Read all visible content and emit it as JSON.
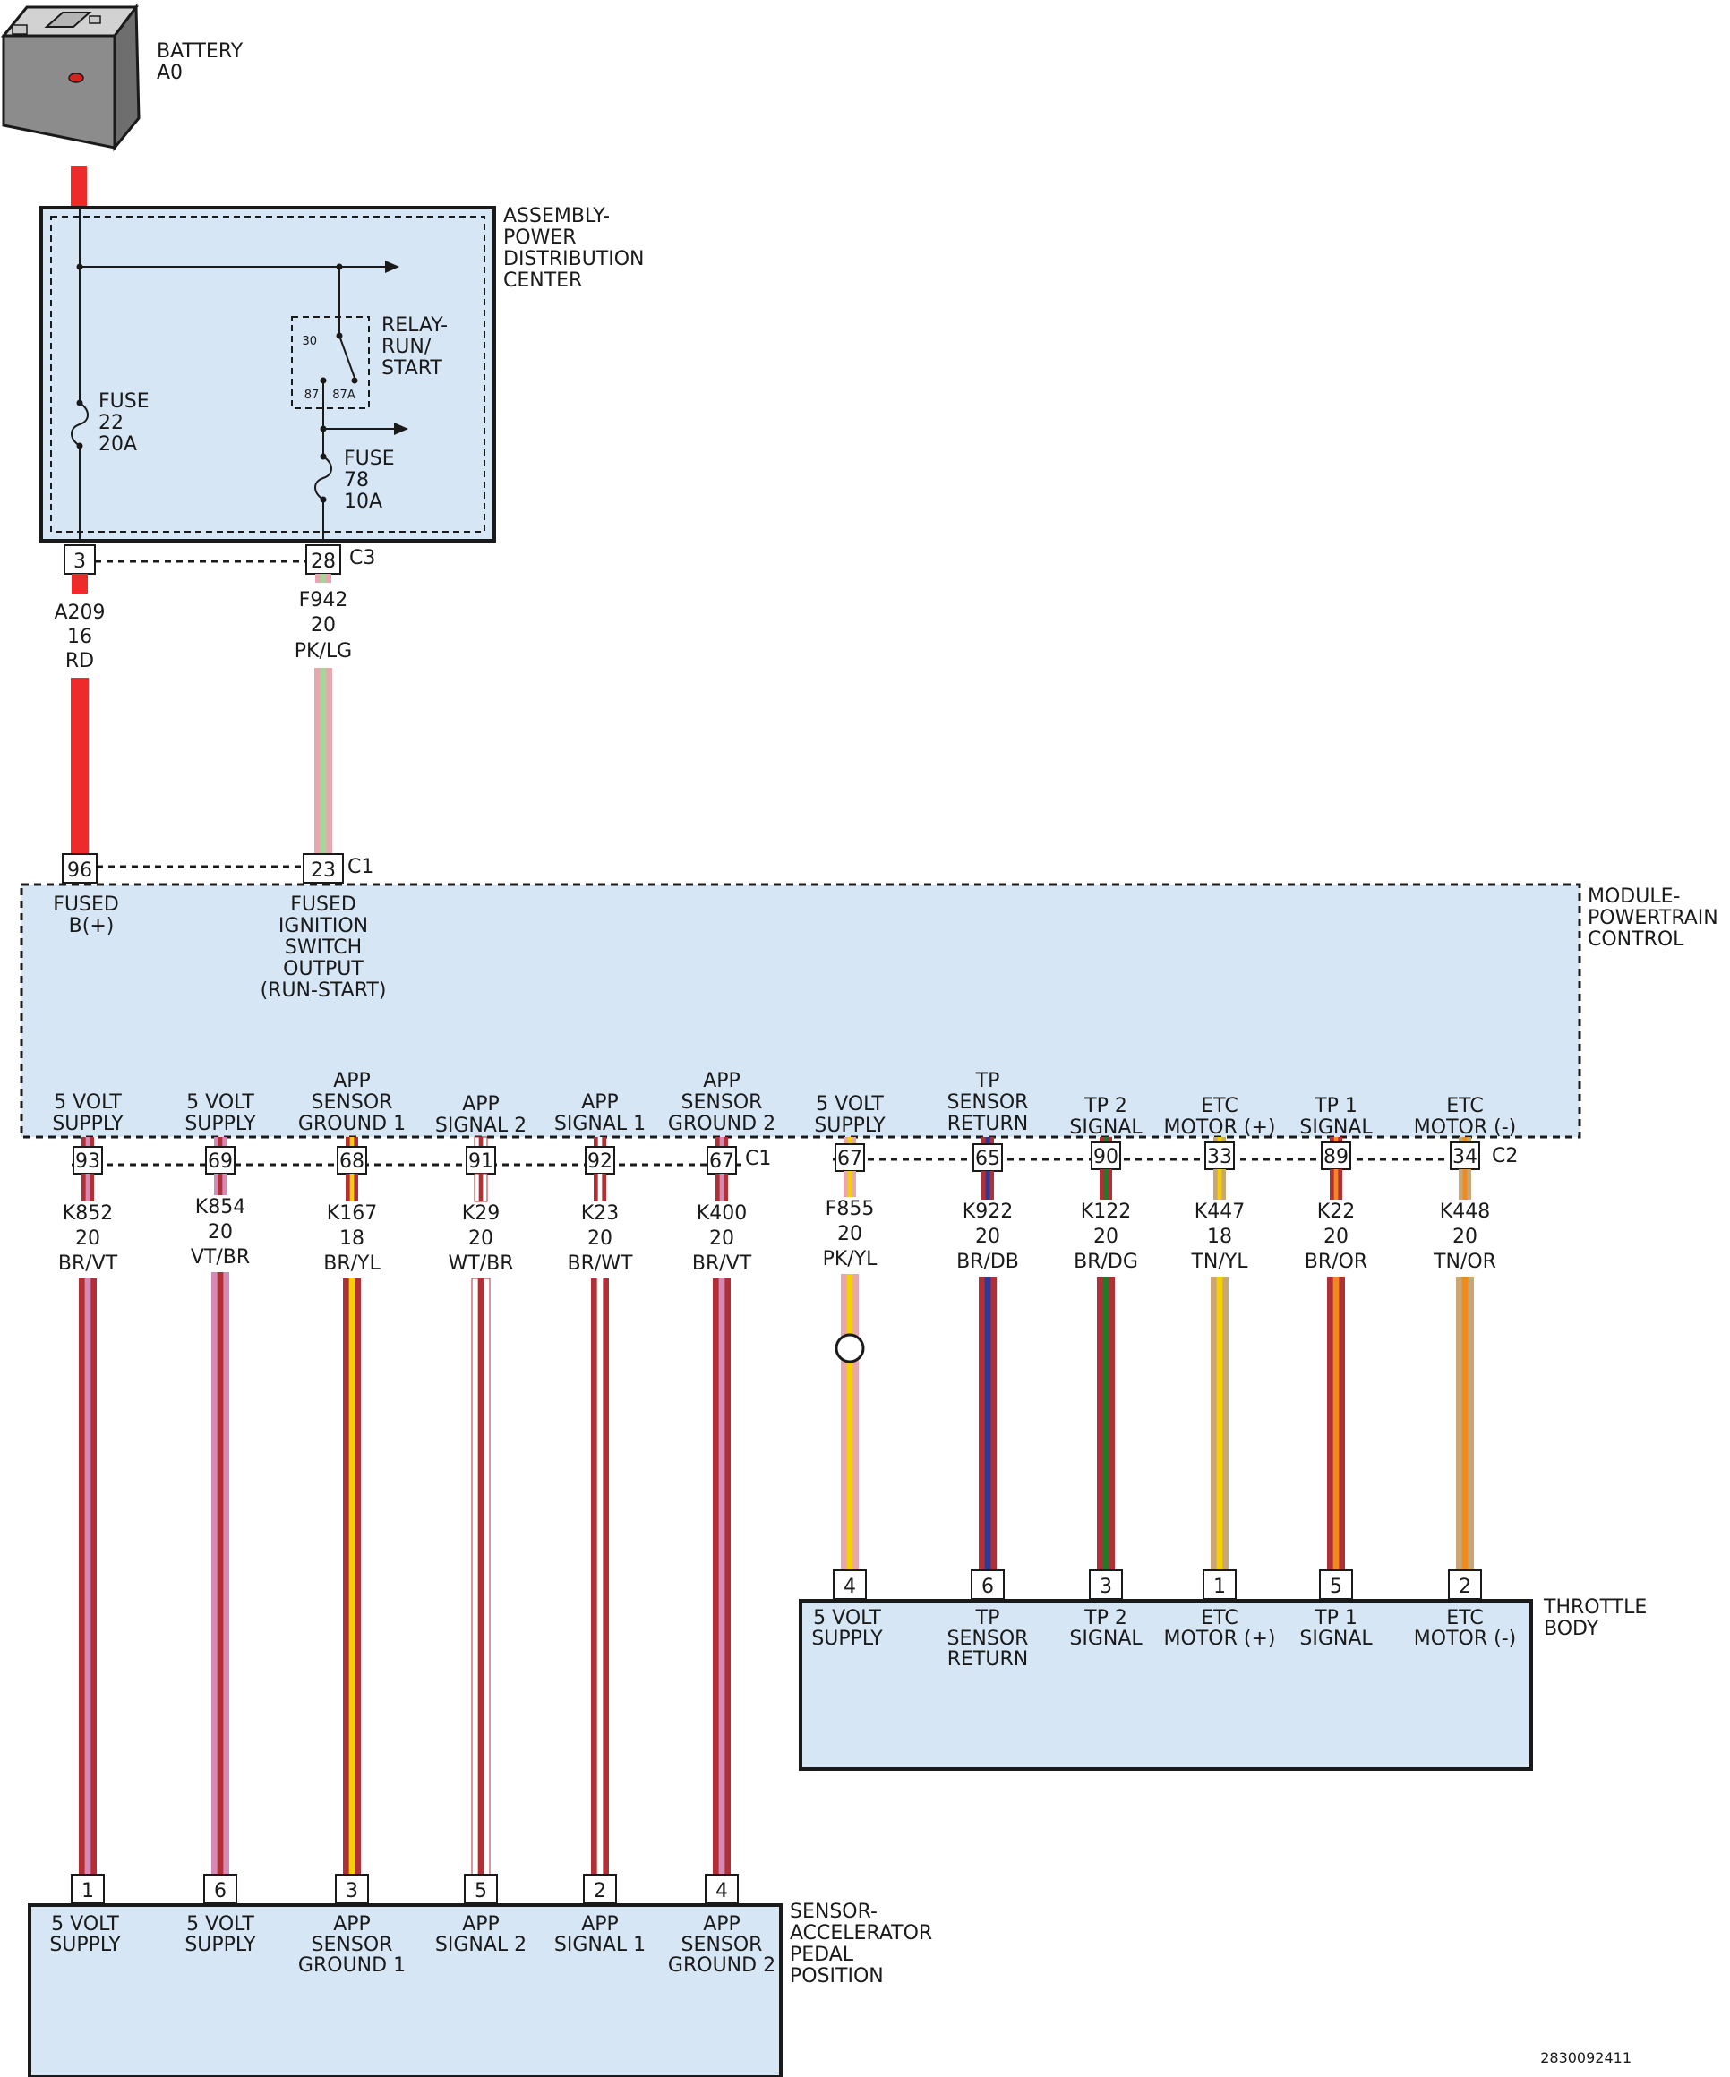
{
  "battery": {
    "name": "BATTERY",
    "id": "A0"
  },
  "pdc": {
    "name": [
      "ASSEMBLY-",
      "POWER",
      "DISTRIBUTION",
      "CENTER"
    ],
    "relay": [
      "RELAY-",
      "RUN/",
      "START"
    ],
    "relay_pins": [
      "30",
      "87",
      "87A"
    ],
    "fuse_22": [
      "FUSE",
      "22",
      "20A"
    ],
    "fuse_78": [
      "FUSE",
      "78",
      "10A"
    ],
    "pins": [
      "3",
      "28"
    ],
    "connector": "C3"
  },
  "wires_top": [
    {
      "circuit": "A209",
      "gauge": "16",
      "color": "RD",
      "colors": [
        "#ee2a2a"
      ]
    },
    {
      "circuit": "F942",
      "gauge": "20",
      "color": "PK/LG",
      "colors": [
        "#e8a6ae",
        "#a8d49a"
      ]
    }
  ],
  "pcm": {
    "name": [
      "MODULE-",
      "POWERTRAIN",
      "CONTROL"
    ],
    "top_pins": [
      "96",
      "23"
    ],
    "top_connector": "C1",
    "top_labels": [
      [
        "FUSED",
        "B(+)"
      ],
      [
        "FUSED",
        "IGNITION",
        "SWITCH",
        "OUTPUT",
        "(RUN-START)"
      ]
    ],
    "c1_connector": "C1",
    "c2_connector": "C2",
    "bottom": [
      {
        "label": [
          "5 VOLT",
          "SUPPLY"
        ],
        "pin": "93",
        "circuit": "K852",
        "gauge": "20",
        "color": "BR/VT",
        "colors": [
          "#b03036",
          "#d58ab6"
        ]
      },
      {
        "label": [
          "5 VOLT",
          "SUPPLY"
        ],
        "pin": "69",
        "circuit": "K854",
        "gauge": "20",
        "color": "VT/BR",
        "colors": [
          "#d58ab6",
          "#b03036"
        ]
      },
      {
        "label": [
          "APP",
          "SENSOR",
          "GROUND 1"
        ],
        "pin": "68",
        "circuit": "K167",
        "gauge": "18",
        "color": "BR/YL",
        "colors": [
          "#b03036",
          "#f5d000"
        ]
      },
      {
        "label": [
          "APP",
          "SIGNAL 2"
        ],
        "pin": "91",
        "circuit": "K29",
        "gauge": "20",
        "color": "WT/BR",
        "colors": [
          "#ffffff",
          "#b03036"
        ]
      },
      {
        "label": [
          "APP",
          "SIGNAL 1"
        ],
        "pin": "92",
        "circuit": "K23",
        "gauge": "20",
        "color": "BR/WT",
        "colors": [
          "#b03036",
          "#ffffff"
        ]
      },
      {
        "label": [
          "APP",
          "SENSOR",
          "GROUND 2"
        ],
        "pin": "67",
        "circuit": "K400",
        "gauge": "20",
        "color": "BR/VT",
        "colors": [
          "#b03036",
          "#d58ab6"
        ]
      },
      {
        "label": [
          "5 VOLT",
          "SUPPLY"
        ],
        "pin": "67",
        "circuit": "F855",
        "gauge": "20",
        "color": "PK/YL",
        "colors": [
          "#e8a6ae",
          "#f5d000"
        ]
      },
      {
        "label": [
          "TP",
          "SENSOR",
          "RETURN"
        ],
        "pin": "65",
        "circuit": "K922",
        "gauge": "20",
        "color": "BR/DB",
        "colors": [
          "#b03036",
          "#2a3a9a"
        ]
      },
      {
        "label": [
          "TP 2",
          "SIGNAL"
        ],
        "pin": "90",
        "circuit": "K122",
        "gauge": "20",
        "color": "BR/DG",
        "colors": [
          "#b03036",
          "#1f7a2a"
        ]
      },
      {
        "label": [
          "ETC",
          "MOTOR (+)"
        ],
        "pin": "33",
        "circuit": "K447",
        "gauge": "18",
        "color": "TN/YL",
        "colors": [
          "#c8a676",
          "#f5d000"
        ]
      },
      {
        "label": [
          "TP 1",
          "SIGNAL"
        ],
        "pin": "89",
        "circuit": "K22",
        "gauge": "20",
        "color": "BR/OR",
        "colors": [
          "#b03036",
          "#f08a1a"
        ]
      },
      {
        "label": [
          "ETC",
          "MOTOR (-)"
        ],
        "pin": "34",
        "circuit": "K448",
        "gauge": "20",
        "color": "TN/OR",
        "colors": [
          "#c8a676",
          "#f08a1a"
        ]
      }
    ]
  },
  "app_sensor": {
    "name": [
      "SENSOR-",
      "ACCELERATOR",
      "PEDAL",
      "POSITION"
    ],
    "pins": [
      "1",
      "6",
      "3",
      "5",
      "2",
      "4"
    ],
    "labels": [
      [
        "5 VOLT",
        "SUPPLY"
      ],
      [
        "5 VOLT",
        "SUPPLY"
      ],
      [
        "APP",
        "SENSOR",
        "GROUND 1"
      ],
      [
        "APP",
        "SIGNAL 2"
      ],
      [
        "APP",
        "SIGNAL 1"
      ],
      [
        "APP",
        "SENSOR",
        "GROUND 2"
      ]
    ]
  },
  "throttle_body": {
    "name": [
      "THROTTLE",
      "BODY"
    ],
    "pins": [
      "4",
      "6",
      "3",
      "1",
      "5",
      "2"
    ],
    "labels": [
      [
        "5 VOLT",
        "SUPPLY"
      ],
      [
        "TP",
        "SENSOR",
        "RETURN"
      ],
      [
        "TP 2",
        "SIGNAL"
      ],
      [
        "ETC",
        "MOTOR (+)"
      ],
      [
        "TP 1",
        "SIGNAL"
      ],
      [
        "ETC",
        "MOTOR (-)"
      ]
    ]
  },
  "diagram_id": "2830092411"
}
